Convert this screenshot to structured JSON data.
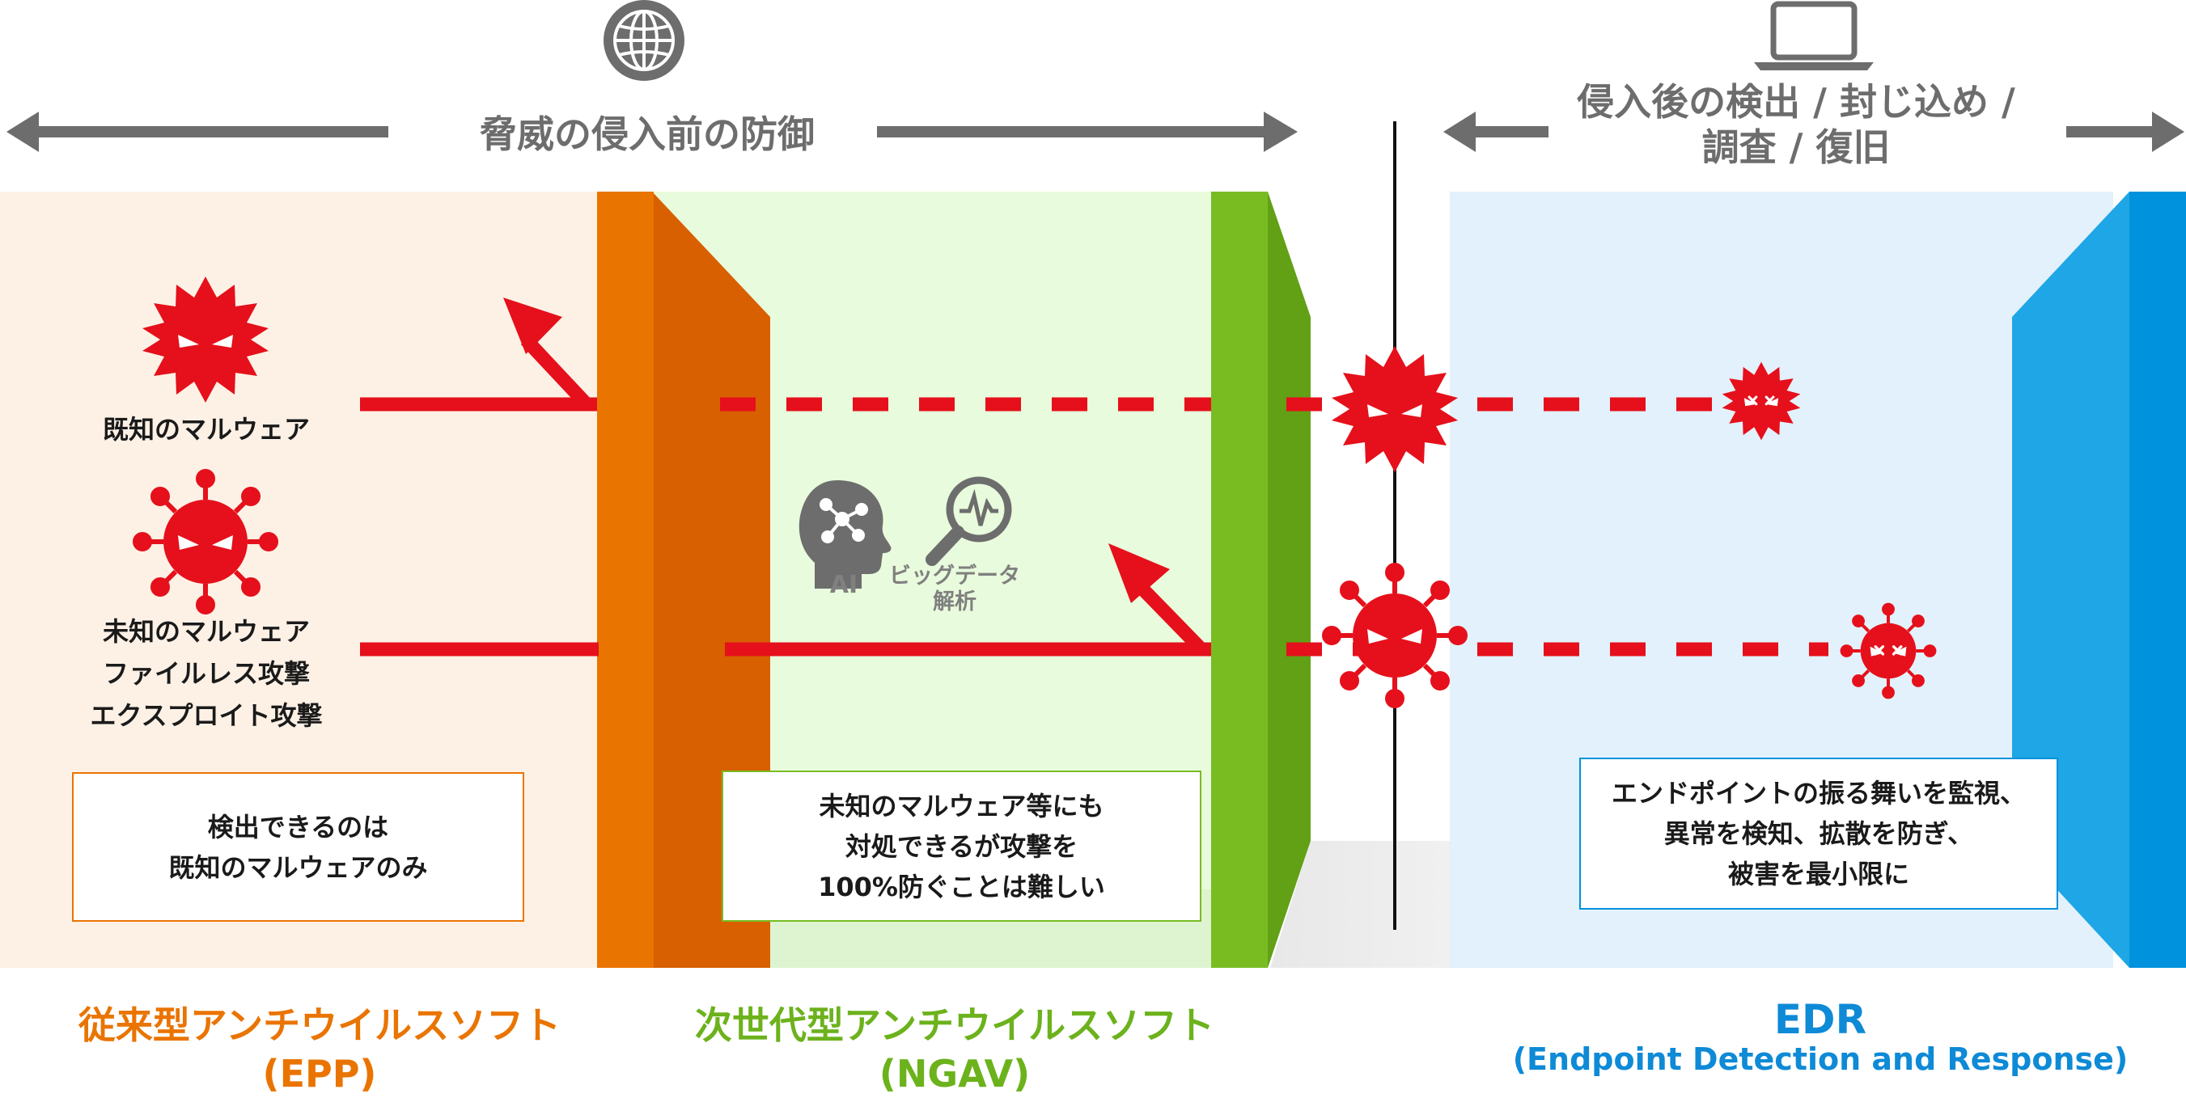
{
  "header": {
    "pre_intrusion": "脅威の侵入前の防御",
    "post_intrusion_line1": "侵入後の検出 / 封じ込め /",
    "post_intrusion_line2": "調査 / 復旧"
  },
  "malware": {
    "known": "既知のマルウェア",
    "unknown_line1": "未知のマルウェア",
    "unknown_line2": "ファイルレス攻撃",
    "unknown_line3": "エクスプロイト攻撃"
  },
  "tools": {
    "ai": "AI",
    "bigdata_line1": "ビッグデータ",
    "bigdata_line2": "解析"
  },
  "boxes": {
    "epp": "検出できるのは\n既知のマルウェアのみ",
    "ngav": "未知のマルウェア等にも\n対処できるが攻撃を\n100%防ぐことは難しい",
    "edr": "エンドポイントの振る舞いを監視、\n異常を検知、拡散を防ぎ、\n被害を最小限に"
  },
  "categories": {
    "epp": "従来型アンチウイルスソフト\n(EPP)",
    "ngav": "次世代型アンチウイルスソフト\n(NGAV)",
    "edr_title": "EDR",
    "edr_sub": "(Endpoint Detection and Response)"
  },
  "icons": {
    "globe": "globe-icon",
    "laptop": "laptop-icon",
    "ai_head": "ai-head-icon",
    "magnifier": "magnifier-chart-icon",
    "virus": "virus-icon"
  },
  "colors": {
    "epp_bg": "#fdf1e6",
    "epp_wall": "#ea7400",
    "epp_wall_dark": "#d86000",
    "ngav_bg": "#e8fbdc",
    "ngav_wall": "#78bc22",
    "ngav_wall_dark": "#62a016",
    "edr_bg": "#e2f1fb",
    "edr_wall": "#0092dc",
    "edr_wall_light": "#1ea6e6",
    "threat_red": "#e5101b",
    "arrow_gray": "#6d6d6d",
    "epp_text": "#ea7400",
    "ngav_text": "#6cb21c",
    "edr_text": "#0e8ad6"
  }
}
